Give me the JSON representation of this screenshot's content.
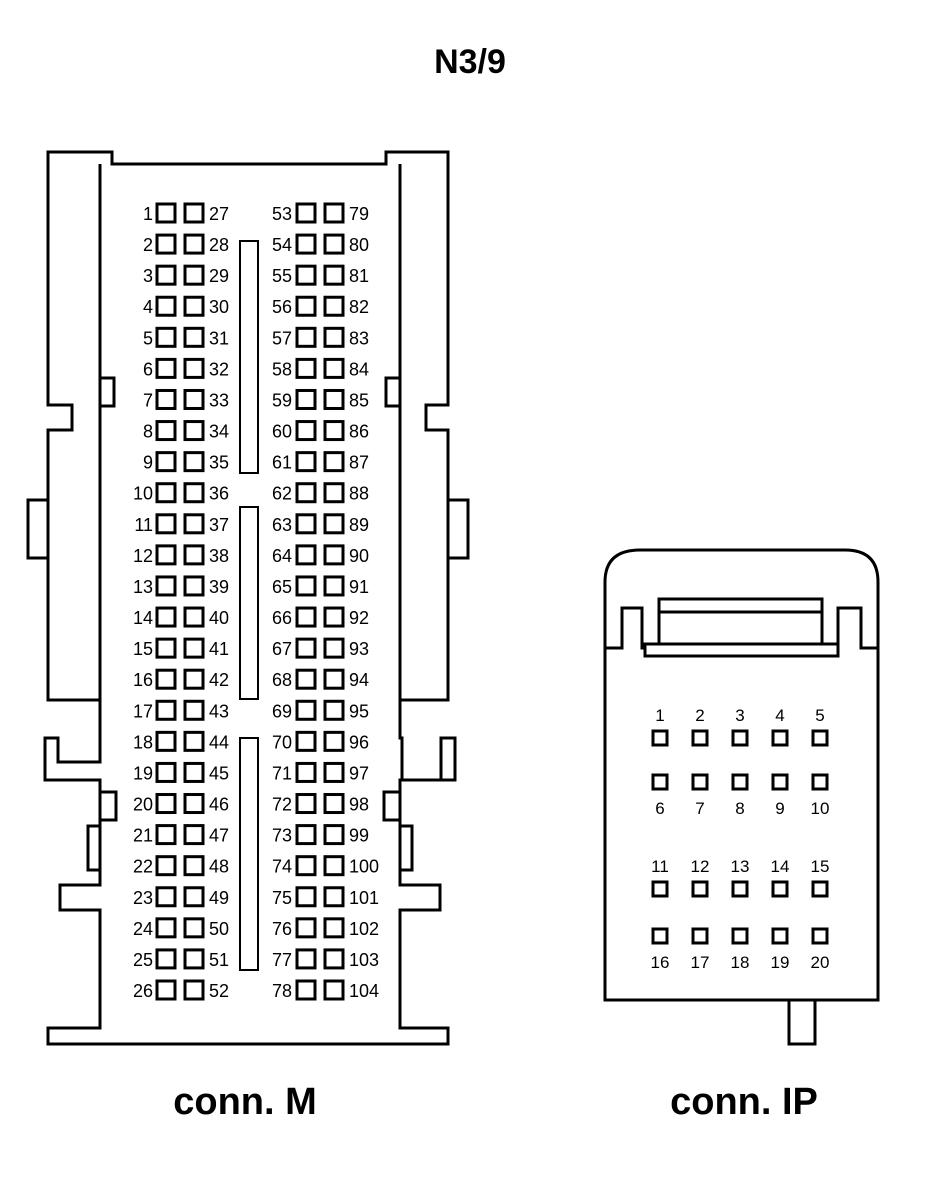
{
  "title": "N3/9",
  "connectors": {
    "m": {
      "label": "conn. M",
      "pins": [
        [
          "1",
          "27",
          "53",
          "79"
        ],
        [
          "2",
          "28",
          "54",
          "80"
        ],
        [
          "3",
          "29",
          "55",
          "81"
        ],
        [
          "4",
          "30",
          "56",
          "82"
        ],
        [
          "5",
          "31",
          "57",
          "83"
        ],
        [
          "6",
          "32",
          "58",
          "84"
        ],
        [
          "7",
          "33",
          "59",
          "85"
        ],
        [
          "8",
          "34",
          "60",
          "86"
        ],
        [
          "9",
          "35",
          "61",
          "87"
        ],
        [
          "10",
          "36",
          "62",
          "88"
        ],
        [
          "11",
          "37",
          "63",
          "89"
        ],
        [
          "12",
          "38",
          "64",
          "90"
        ],
        [
          "13",
          "39",
          "65",
          "91"
        ],
        [
          "14",
          "40",
          "66",
          "92"
        ],
        [
          "15",
          "41",
          "67",
          "93"
        ],
        [
          "16",
          "42",
          "68",
          "94"
        ],
        [
          "17",
          "43",
          "69",
          "95"
        ],
        [
          "18",
          "44",
          "70",
          "96"
        ],
        [
          "19",
          "45",
          "71",
          "97"
        ],
        [
          "20",
          "46",
          "72",
          "98"
        ],
        [
          "21",
          "47",
          "73",
          "99"
        ],
        [
          "22",
          "48",
          "74",
          "100"
        ],
        [
          "23",
          "49",
          "75",
          "101"
        ],
        [
          "24",
          "50",
          "76",
          "102"
        ],
        [
          "25",
          "51",
          "77",
          "103"
        ],
        [
          "26",
          "52",
          "78",
          "104"
        ]
      ]
    },
    "ip": {
      "label": "conn. IP",
      "rows": [
        [
          "1",
          "2",
          "3",
          "4",
          "5"
        ],
        [
          "6",
          "7",
          "8",
          "9",
          "10"
        ],
        [
          "11",
          "12",
          "13",
          "14",
          "15"
        ],
        [
          "16",
          "17",
          "18",
          "19",
          "20"
        ]
      ]
    }
  }
}
